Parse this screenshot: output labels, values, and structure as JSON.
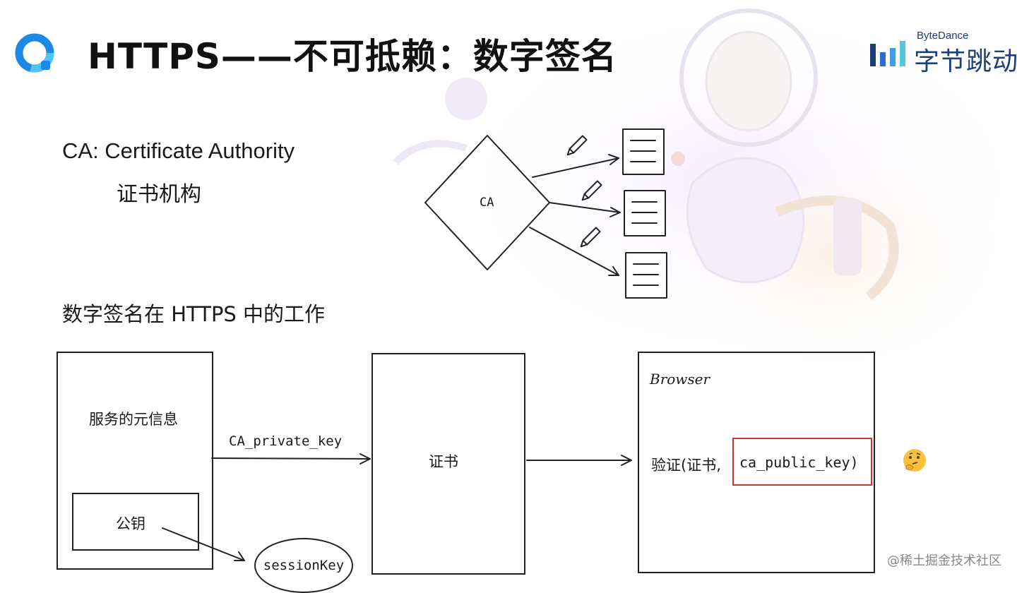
{
  "header": {
    "title": "HTTPS——不可抵赖：数字签名",
    "logo_icon": "q-ring-logo-icon",
    "brand_en": "ByteDance",
    "brand_zh": "字节跳动",
    "brand_color": "#1c3f7a",
    "accent_color": "#1e88e5"
  },
  "intro": {
    "ca_definition": "CA: Certificate Authority",
    "ca_chinese": "证书机构"
  },
  "ca_diagram": {
    "center_label": "CA",
    "certificate_icon": "certificate-doc-icon",
    "pen_icon": "pen-icon"
  },
  "section": {
    "heading": "数字签名在 HTTPS 中的工作"
  },
  "flow": {
    "server_box_label": "服务的元信息",
    "public_key_label": "公钥",
    "session_key_label": "sessionKey",
    "arrow_label": "CA_private_key",
    "certificate_label": "证书",
    "browser_label": "Browser",
    "verify_prefix": "验证(证书,",
    "verify_key": "ca_public_key)",
    "highlight_color": "#cc3333"
  },
  "thinking_icon": "thinking-face-icon",
  "watermark": "@稀土掘金技术社区"
}
